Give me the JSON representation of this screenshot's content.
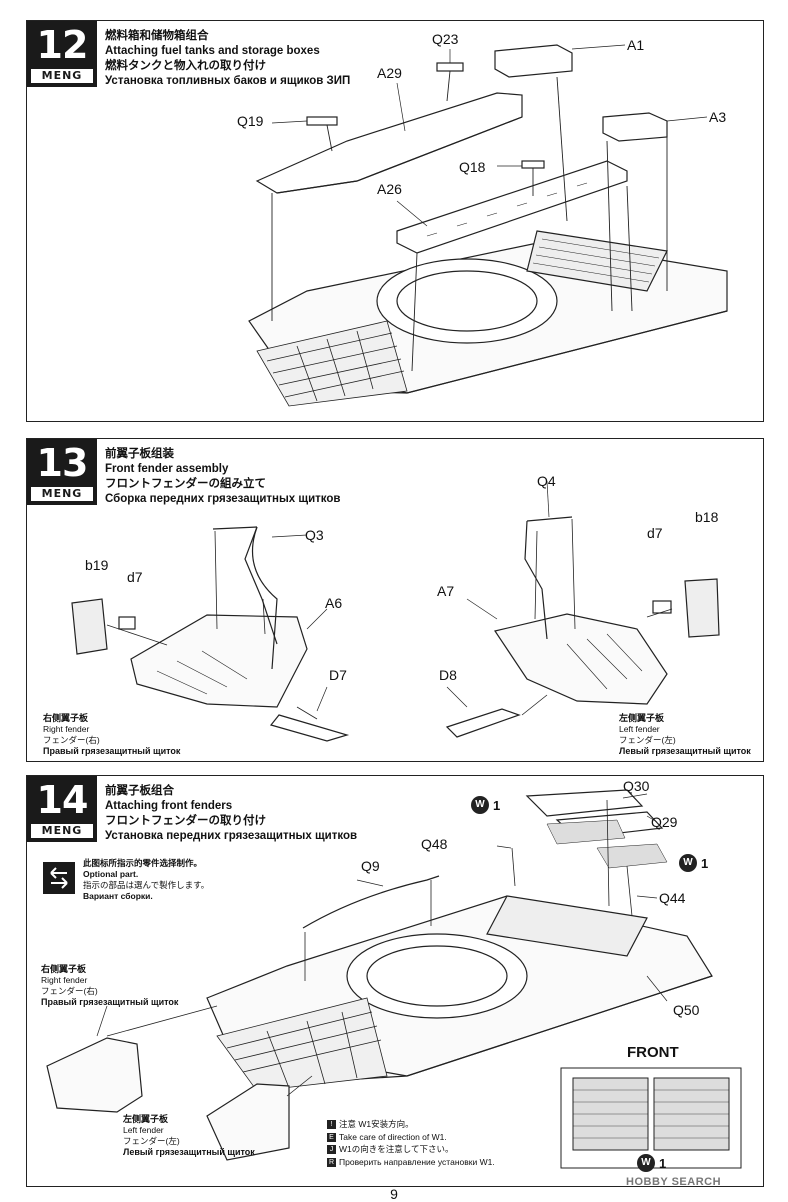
{
  "steps": [
    {
      "number": "12",
      "brand": "MENG",
      "title_zh": "燃料箱和储物箱组合",
      "title_en": "Attaching fuel tanks and storage boxes",
      "title_ja": "燃料タンクと物入れの取り付け",
      "title_ru": "Установка топливных баков и ящиков ЗИП",
      "parts": [
        "Q23",
        "A1",
        "A29",
        "Q19",
        "A3",
        "Q18",
        "A26"
      ]
    },
    {
      "number": "13",
      "brand": "MENG",
      "title_zh": "前翼子板组装",
      "title_en": "Front fender assembly",
      "title_ja": "フロントフェンダーの組み立て",
      "title_ru": "Сборка передних грязезащитных щитков",
      "parts": [
        "Q3",
        "Q4",
        "b19",
        "d7",
        "A6",
        "d7",
        "b18",
        "A7",
        "D7",
        "D8"
      ],
      "right_caption": {
        "zh": "右侧翼子板",
        "en": "Right fender",
        "ja": "フェンダー(右)",
        "ru": "Правый грязезащитный щиток"
      },
      "left_caption": {
        "zh": "左侧翼子板",
        "en": "Left fender",
        "ja": "フェンダー(左)",
        "ru": "Левый грязезащитный щиток"
      }
    },
    {
      "number": "14",
      "brand": "MENG",
      "title_zh": "前翼子板组合",
      "title_en": "Attaching front fenders",
      "title_ja": "フロントフェンダーの取り付け",
      "title_ru": "Установка передних грязезащитных щитков",
      "parts": [
        "Q30",
        "Q29",
        "Q48",
        "Q9",
        "Q44",
        "Q50"
      ],
      "optional": {
        "zh": "此图标所指示的零件选择制作。",
        "en": "Optional part.",
        "ja": "指示の部品は選んで製作します。",
        "ru": "Вариант сборки."
      },
      "right_caption": {
        "zh": "右侧翼子板",
        "en": "Right fender",
        "ja": "フェンダー(右)",
        "ru": "Правый грязезащитный щиток"
      },
      "left_caption": {
        "zh": "左侧翼子板",
        "en": "Left fender",
        "ja": "フェンダー(左)",
        "ru": "Левый грязезащитный щиток"
      },
      "w_label": "W",
      "w_num": "1",
      "notes": [
        "注意 W1安装方向。",
        "Take care of direction of W1.",
        "W1の向きを注意して下さい。",
        "Проверить направление установки W1."
      ],
      "front_label": "FRONT"
    }
  ],
  "page_number": "9",
  "watermark": "HOBBY SEARCH"
}
